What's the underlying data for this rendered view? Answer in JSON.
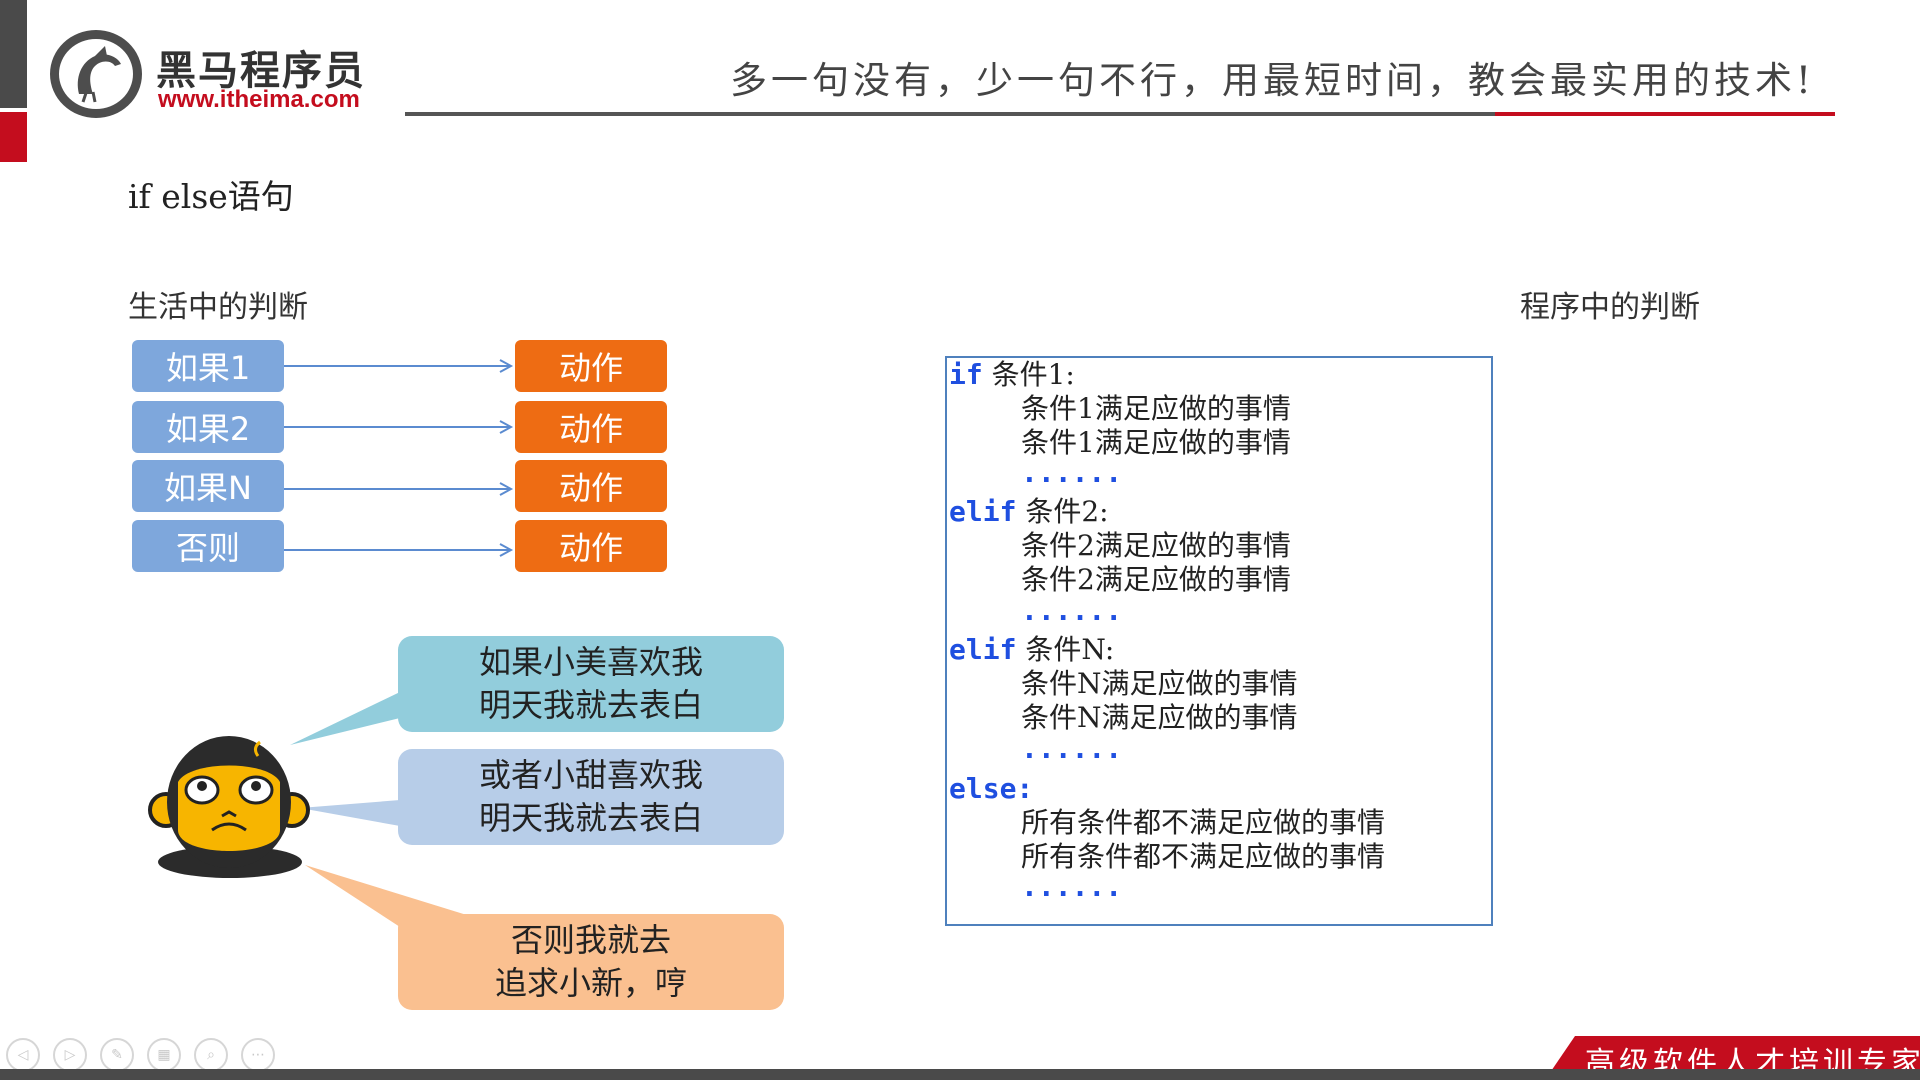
{
  "brand": {
    "name": "黑马程序员",
    "url": "www.itheima.com",
    "slogan": "多一句没有，少一句不行，用最短时间，教会最实用的技术!"
  },
  "heading": "if else语句",
  "life_title": "生活中的判断",
  "program_title": "程序中的判断",
  "conditions": [
    "如果1",
    "如果2",
    "如果N",
    "否则"
  ],
  "action_label": "动作",
  "bubbles": [
    [
      "如果小美喜欢我",
      "明天我就去表白"
    ],
    [
      "或者小甜喜欢我",
      "明天我就去表白"
    ],
    [
      "否则我就去",
      "追求小新，哼"
    ]
  ],
  "code": {
    "if_kw": "if",
    "if_cond": " 条件1:",
    "if_body_1": "条件1满足应做的事情",
    "if_body_2": "条件1满足应做的事情",
    "dots": "......",
    "elif_kw": "elif",
    "elif1_cond": " 条件2:",
    "elif1_body_1": "条件2满足应做的事情",
    "elif1_body_2": "条件2满足应做的事情",
    "elif2_cond": " 条件N:",
    "elif2_body_1": "条件N满足应做的事情",
    "elif2_body_2": "条件N满足应做的事情",
    "else_kw": "else:",
    "else_body_1": "所有条件都不满足应做的事情",
    "else_body_2": "所有条件都不满足应做的事情"
  },
  "footer_tagline": "高级软件人才培训专家",
  "controls": [
    "previous-icon",
    "next-icon",
    "pen-icon",
    "slides-icon",
    "zoom-icon",
    "more-icon"
  ],
  "colors": {
    "brand_red": "#c40d1e",
    "condition_blue": "#7ea7dc",
    "action_orange": "#ee6c13",
    "keyword_blue": "#1f4fe0"
  }
}
